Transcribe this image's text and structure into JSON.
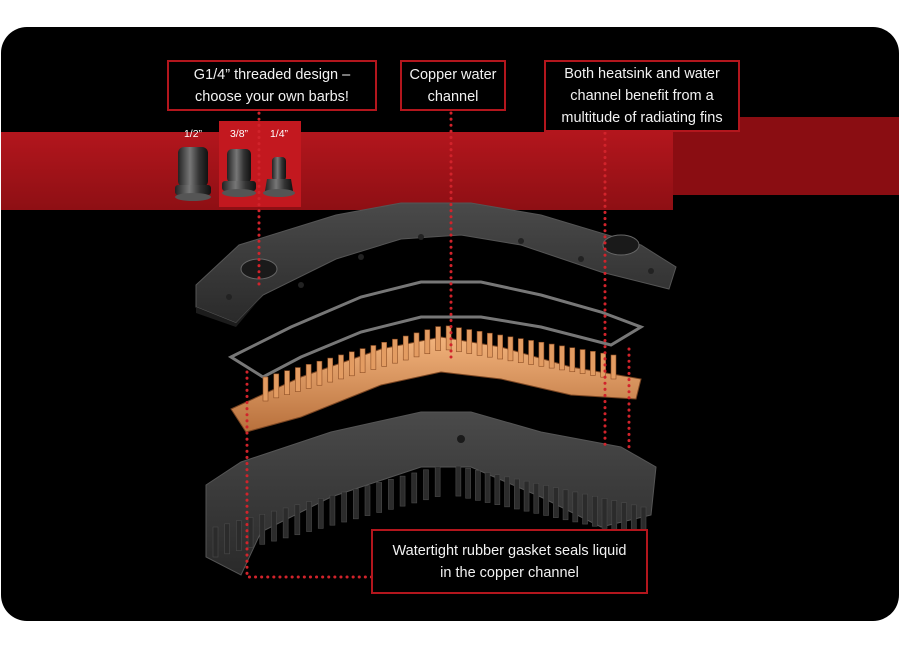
{
  "callouts": {
    "threads": "G1/4” threaded design –\nchoose your own barbs!",
    "copper": "Copper water\nchannel",
    "fins": "Both heatsink and water\nchannel benefit from a\nmultitude of radiating fins",
    "gasket": "Watertight rubber gasket seals liquid\nin the copper channel"
  },
  "barbs": {
    "large": "1/2”",
    "medium": "3/8”",
    "small": "1/4”"
  },
  "colors": {
    "accent_red": "#a8131a",
    "dot_red": "#d1232b",
    "background": "#000000",
    "copper": "#d08a55"
  }
}
